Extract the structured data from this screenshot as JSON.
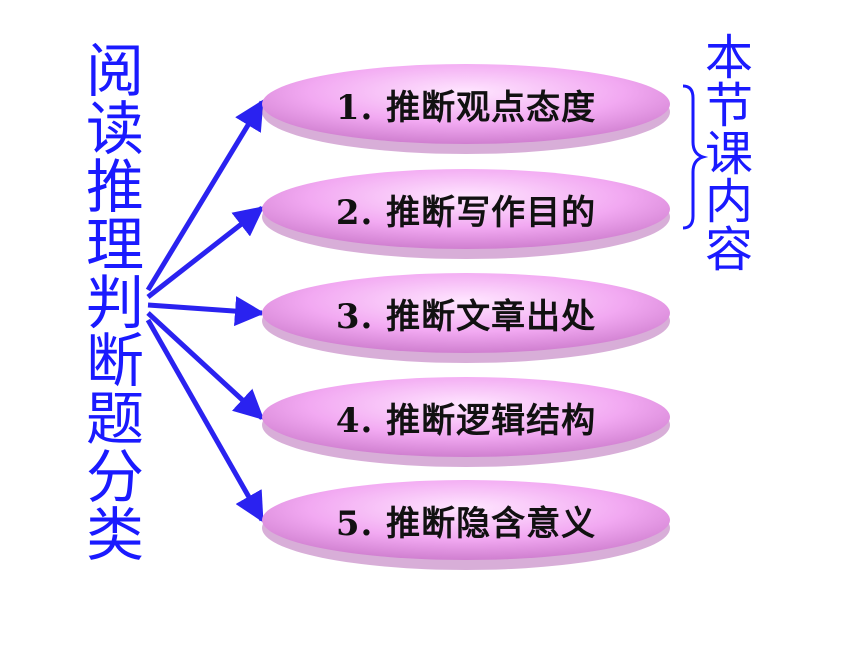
{
  "diagram": {
    "left_title_chars": [
      "阅",
      "读",
      "推",
      "理",
      "判",
      "断",
      "题",
      "分",
      "类"
    ],
    "right_title_chars": [
      "本",
      "节",
      "课",
      "内",
      "容"
    ],
    "items": [
      {
        "label": "1. 推断观点态度"
      },
      {
        "label": "2. 推断写作目的"
      },
      {
        "label": "3. 推断文章出处"
      },
      {
        "label": "4. 推断逻辑结构"
      },
      {
        "label": "5. 推断隐含意义"
      }
    ],
    "colors": {
      "title_text": "#1a1aff",
      "arrow": "#2a22f0",
      "pill_light": "#ffe6ff",
      "pill_mid": "#f2a9f2",
      "pill_dark": "#c977c9",
      "brace": "#1a1aff"
    }
  }
}
